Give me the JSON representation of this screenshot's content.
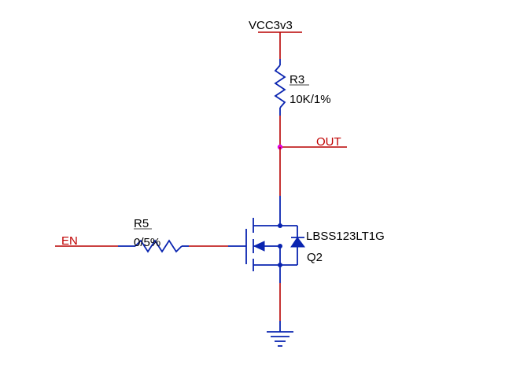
{
  "power": {
    "net": "VCC3v3"
  },
  "r3": {
    "ref": "R3",
    "value": "10K/1%"
  },
  "r5": {
    "ref": "R5",
    "value": "0/5%"
  },
  "q2": {
    "ref": "Q2",
    "part": "LBSS123LT1G"
  },
  "nets": {
    "out": "OUT",
    "en": "EN"
  },
  "colors": {
    "wire": "#b80000",
    "component": "#0a24b0",
    "junction": "#e000e0",
    "label_text": "#000000"
  }
}
